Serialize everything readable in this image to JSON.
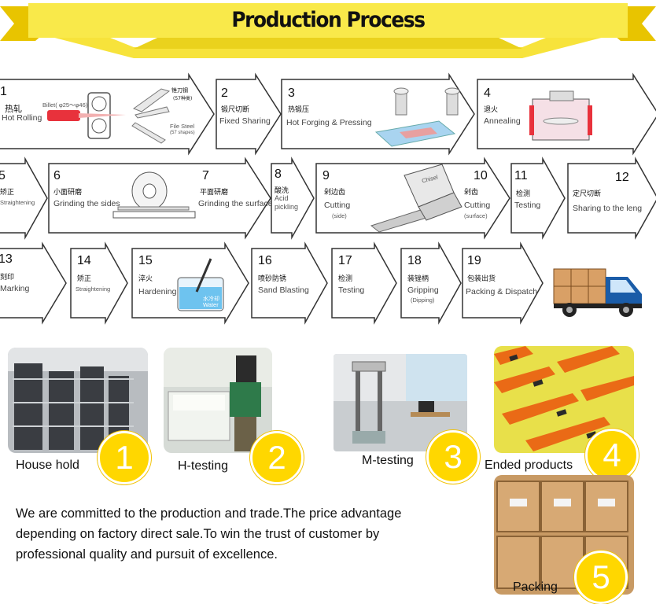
{
  "banner": {
    "title": "Production Process",
    "color": "#f7e33b"
  },
  "steps": {
    "s1": {
      "num": "1",
      "cn": "热轧",
      "en": "Hot Rolling",
      "billet": "Billet( φ25～φ46)",
      "cn2": "锉刀钢",
      "cn2b": "(57种类)",
      "file": "File Steel",
      "shapes": "(57 shapes)"
    },
    "s2": {
      "num": "2",
      "cn": "锻尺切断",
      "en": "Fixed Sharing"
    },
    "s3": {
      "num": "3",
      "cn": "热锻压",
      "en": "Hot Forging & Pressing"
    },
    "s4": {
      "num": "4",
      "cn": "退火",
      "en": "Annealing"
    },
    "s5": {
      "num": "5",
      "cn": "矫正",
      "en": "Straightening"
    },
    "s6": {
      "num": "6",
      "cn": "小面研磨",
      "en": "Grinding the sides"
    },
    "s7": {
      "num": "7",
      "cn": "平面研磨",
      "en": "Grinding the surfaces"
    },
    "s8": {
      "num": "8",
      "cn": "酸洗",
      "en": "Acid pickling"
    },
    "s9": {
      "num": "9",
      "cn": "剁边齿",
      "en": "Cutting",
      "sub": "(side)",
      "tool": "Chisel"
    },
    "s10": {
      "num": "10",
      "cn": "剁齿",
      "en": "Cutting",
      "sub": "(surface)"
    },
    "s11": {
      "num": "11",
      "cn": "检测",
      "en": "Testing"
    },
    "s12": {
      "num": "12",
      "cn": "定尺切断",
      "en": "Sharing to the leng"
    },
    "s13": {
      "num": "13",
      "cn": "刻印",
      "en": "Marking"
    },
    "s14": {
      "num": "14",
      "cn": "矫正",
      "en": "Straightening"
    },
    "s15": {
      "num": "15",
      "cn": "淬火",
      "en": "Hardening",
      "water_cn": "水冷却",
      "water": "Water"
    },
    "s16": {
      "num": "16",
      "cn": "喷砂防锈",
      "en": "Sand Blasting"
    },
    "s17": {
      "num": "17",
      "cn": "检测",
      "en": "Testing"
    },
    "s18": {
      "num": "18",
      "cn": "装锉柄",
      "en": "Gripping",
      "sub": "(Dipping)"
    },
    "s19": {
      "num": "19",
      "cn": "包装出货",
      "en": "Packing & Dispatch"
    }
  },
  "photos": [
    {
      "caption": "House hold",
      "badge": "1"
    },
    {
      "caption": "H-testing",
      "badge": "2"
    },
    {
      "caption": "M-testing",
      "badge": "3"
    },
    {
      "caption": "Ended products",
      "badge": "4"
    },
    {
      "caption": "Packing",
      "badge": "5"
    }
  ],
  "description": {
    "line1": "We are committed to the production and trade.The price advantage",
    "line2": "depending on factory direct sale.To win the trust of customer by",
    "line3": "professional quality and pursuit of excellence."
  },
  "colors": {
    "badge": "#ffd700",
    "accent_red": "#e8323c",
    "banner": "#f7e33b"
  }
}
